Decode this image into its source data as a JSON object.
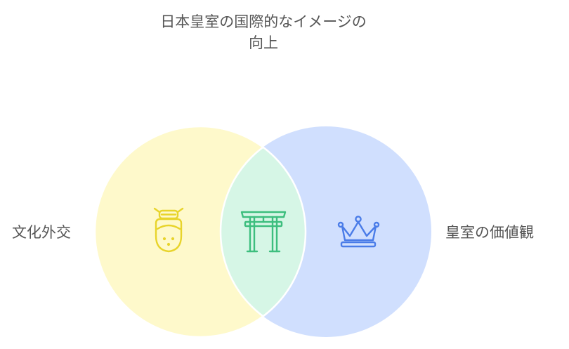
{
  "title": {
    "line1": "日本皇室の国際的なイメージの",
    "line2": "向上"
  },
  "sets": {
    "left": {
      "label": "文化外交",
      "icon": "geisha-face-icon",
      "fill": "#FEF9CB",
      "icon_color": "#E8D42B"
    },
    "right": {
      "label": "皇室の価値観",
      "icon": "crown-icon",
      "fill": "#D0DFFE",
      "icon_color": "#4A7CE8"
    },
    "intersection": {
      "icon": "torii-gate-icon",
      "fill": "#D6F6E6",
      "icon_color": "#3DBE7E"
    }
  }
}
